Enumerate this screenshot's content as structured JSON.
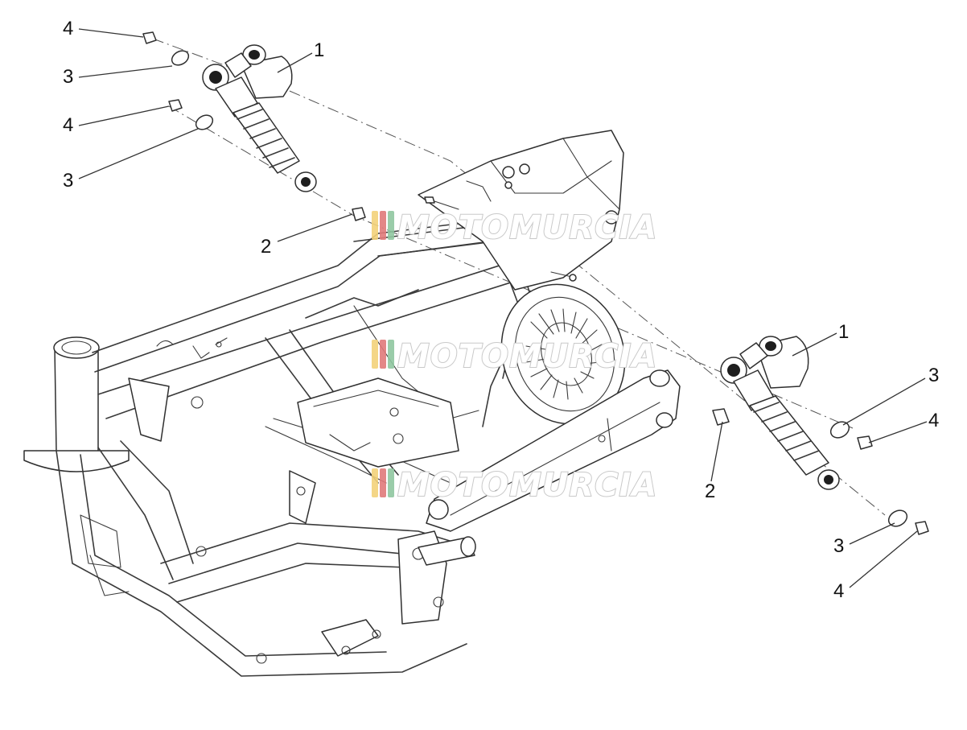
{
  "watermark": {
    "text": "MOTOMURCIA",
    "colors": [
      "#f3d27a",
      "#e07a7a",
      "#8fc7a0"
    ]
  },
  "callouts": [
    {
      "id": "c1-top",
      "label": "1"
    },
    {
      "id": "c4-top-a",
      "label": "4"
    },
    {
      "id": "c3-top-a",
      "label": "3"
    },
    {
      "id": "c4-top-b",
      "label": "4"
    },
    {
      "id": "c3-top-b",
      "label": "3"
    },
    {
      "id": "c2-top",
      "label": "2"
    },
    {
      "id": "c1-bot",
      "label": "1"
    },
    {
      "id": "c3-bot-a",
      "label": "3"
    },
    {
      "id": "c4-bot-a",
      "label": "4"
    },
    {
      "id": "c2-bot",
      "label": "2"
    },
    {
      "id": "c3-bot-b",
      "label": "3"
    },
    {
      "id": "c4-bot-b",
      "label": "4"
    }
  ]
}
